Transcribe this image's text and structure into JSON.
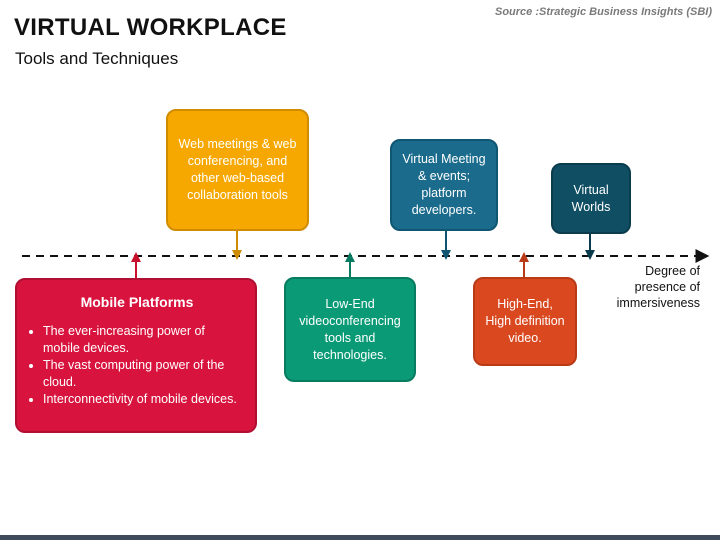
{
  "header": {
    "title": "VIRTUAL WORKPLACE",
    "subtitle": "Tools and Techniques",
    "source": "Source :Strategic Business Insights (SBI)"
  },
  "axis": {
    "label": "Degree of presence of immersiveness"
  },
  "boxes": {
    "web_meetings": "Web meetings & web conferencing, and other web-based collaboration tools",
    "virtual_meeting": "Virtual Meeting & events; platform developers.",
    "virtual_worlds": "Virtual Worlds",
    "low_end": "Low-End videoconferencing tools and technologies.",
    "high_end": "High-End, High definition video.",
    "mobile": {
      "heading": "Mobile Platforms",
      "bullets": [
        "The ever-increasing power of mobile devices.",
        "The vast computing power of the cloud.",
        "Interconnectivity of mobile devices."
      ]
    }
  },
  "colors": {
    "mobile": "#d8143e",
    "web_meetings": "#f6a800",
    "low_end": "#0a9a76",
    "virtual_meeting": "#1a6b8c",
    "high_end": "#d9481f",
    "virtual_worlds": "#0f4e63"
  }
}
